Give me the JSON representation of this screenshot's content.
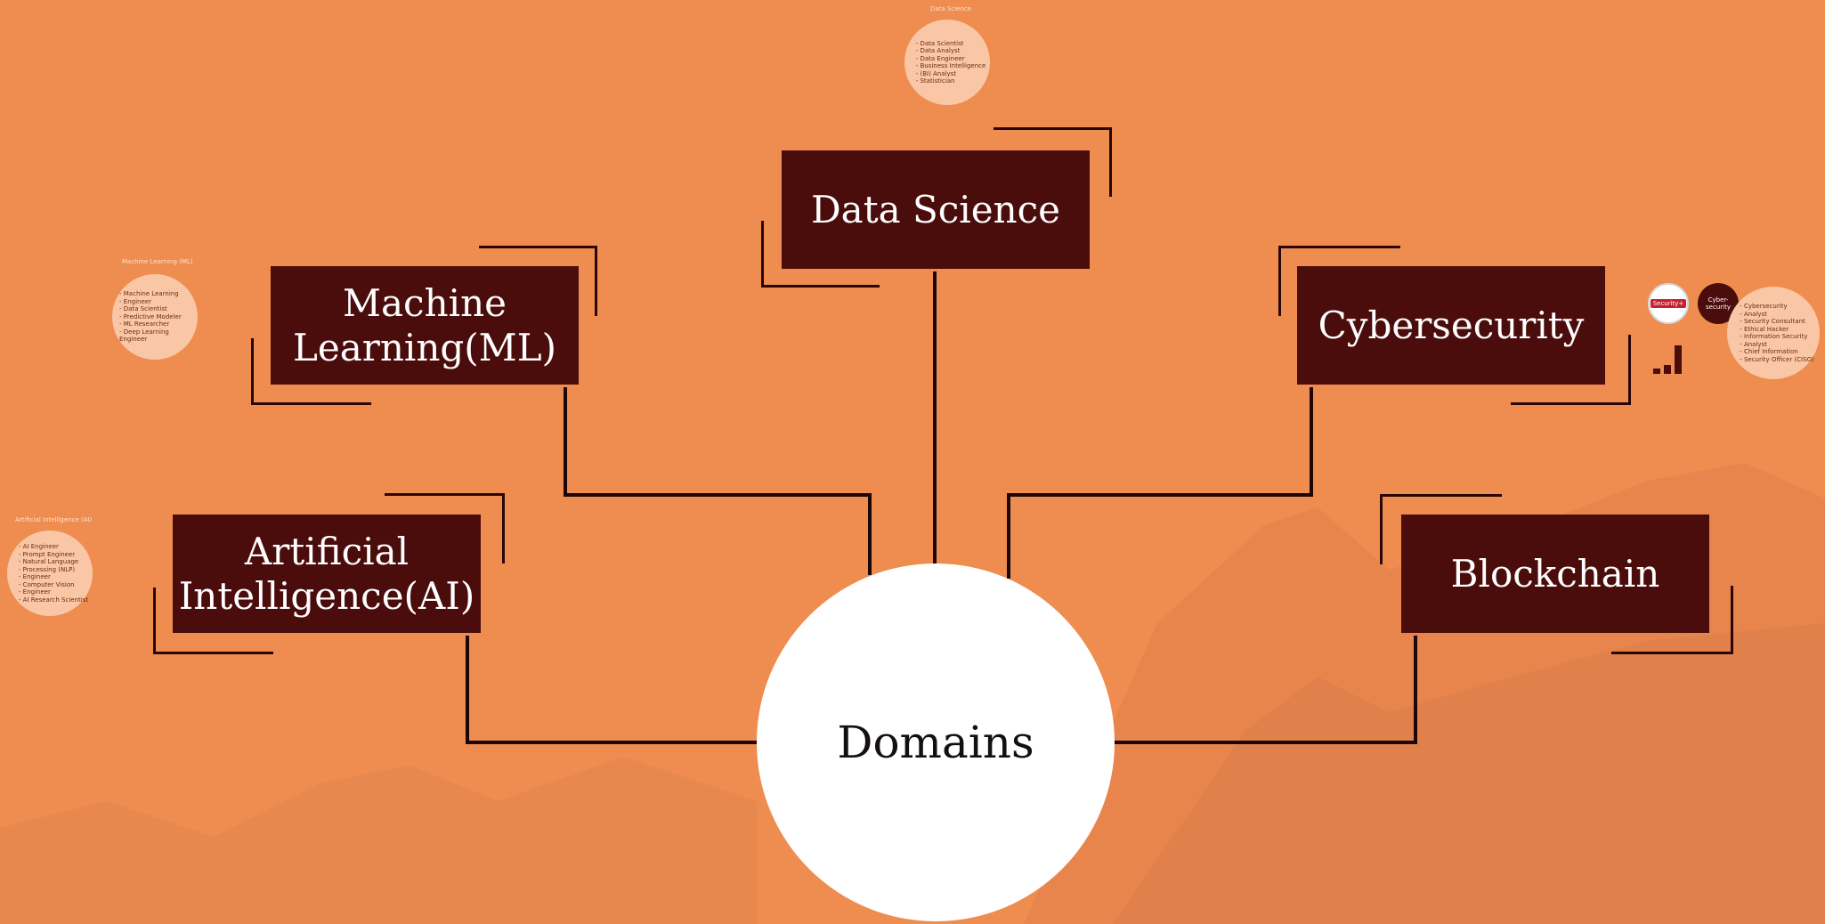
{
  "diagram": {
    "center": "Domains",
    "nodes": {
      "data_science": "Data Science",
      "ml_line1": "Machine",
      "ml_line2": "Learning(ML)",
      "ai_line1": "Artificial",
      "ai_line2": "Intelligence(AI)",
      "cybersecurity": "Cybersecurity",
      "blockchain": "Blockchain"
    }
  },
  "bubbles": {
    "data_science": {
      "title": "Data Science",
      "items": [
        "Data Scientist",
        "Data Analyst",
        "Data Engineer",
        "Business Intelligence",
        "(BI) Analyst",
        "Statistician"
      ]
    },
    "ml": {
      "title": "Machine Learning (ML)",
      "items": [
        "Machine Learning",
        "Engineer",
        "Data Scientist",
        "Predictive Modeler",
        "ML Researcher",
        "Deep Learning Engineer"
      ]
    },
    "ai": {
      "title": "Artificial Intelligence (AI)",
      "items": [
        "AI Engineer",
        "Prompt Engineer",
        "Natural Language",
        "Processing (NLP)",
        "Engineer",
        "Computer Vision",
        "Engineer",
        "AI Research Scientist"
      ]
    },
    "cyber": {
      "badge_dark": "Cyber-security",
      "badge_cert": "Security+",
      "items": [
        "Cybersecurity",
        "Analyst",
        "Security Consultant",
        "Ethical Hacker",
        "Information Security",
        "Analyst",
        "Chief Information",
        "Security Officer (CISO)"
      ]
    }
  },
  "colors": {
    "background": "#ef8c4f",
    "node_fill": "#4a0d0c",
    "center_fill": "#ffffff",
    "bubble_fill": "#f9c7a6"
  }
}
